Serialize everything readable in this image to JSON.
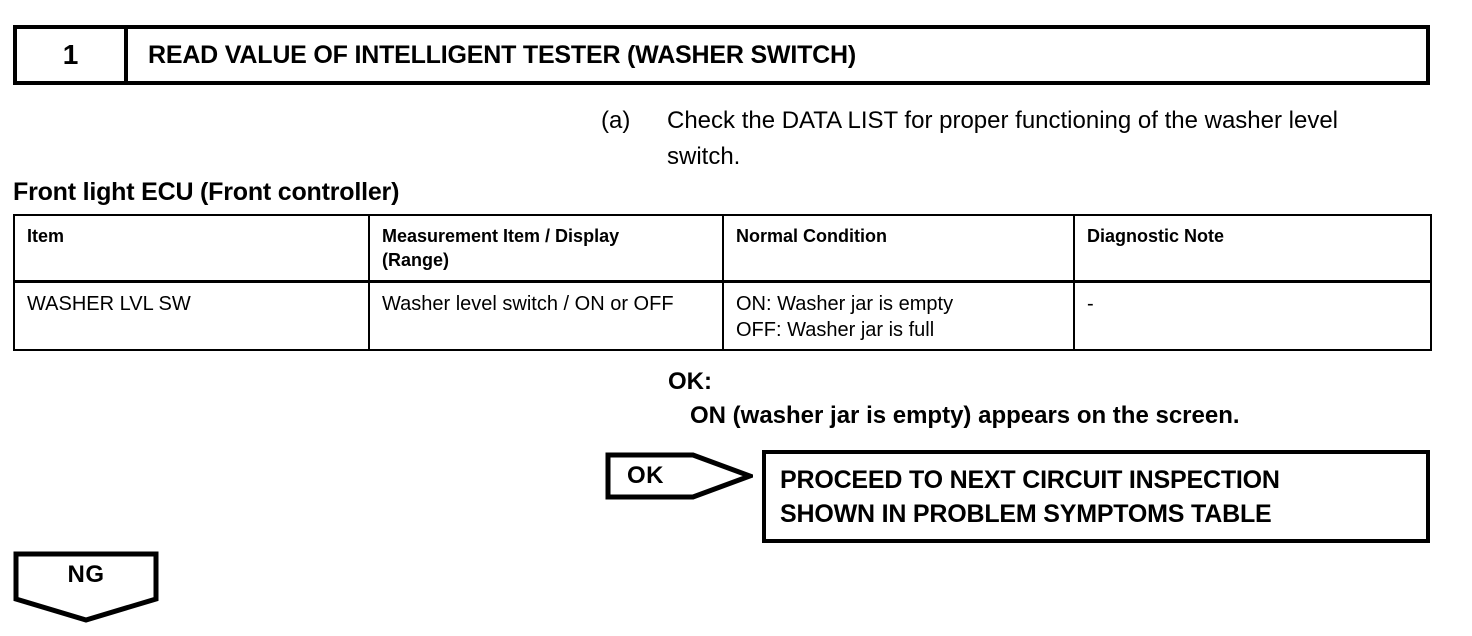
{
  "step": {
    "number": "1",
    "title": "READ VALUE OF INTELLIGENT TESTER (WASHER SWITCH)"
  },
  "instruction": {
    "label": "(a)",
    "text": "Check the DATA LIST for proper functioning of the washer level switch."
  },
  "ecu_section": {
    "title": "Front light ECU (Front controller)"
  },
  "table": {
    "headers": [
      "Item",
      "Measurement Item / Display (Range)",
      "Normal Condition",
      "Diagnostic Note"
    ],
    "header_lines": {
      "col2_line1": "Measurement Item / Display",
      "col2_line2": "(Range)"
    },
    "rows": [
      {
        "item": "WASHER LVL SW",
        "measurement": "Washer level switch / ON or OFF",
        "normal_condition_line1": "ON: Washer jar is empty",
        "normal_condition_line2": "OFF: Washer jar is full",
        "diagnostic_note": "-"
      }
    ]
  },
  "ok_result": {
    "label": "OK:",
    "statement": "ON (washer jar is empty) appears on the screen."
  },
  "ok_branch": {
    "flag_label": "OK",
    "action_line1": "PROCEED TO NEXT CIRCUIT INSPECTION",
    "action_line2": "SHOWN IN PROBLEM SYMPTOMS TABLE"
  },
  "ng_branch": {
    "flag_label": "NG"
  },
  "colors": {
    "ink": "#000000",
    "paper": "#ffffff"
  }
}
